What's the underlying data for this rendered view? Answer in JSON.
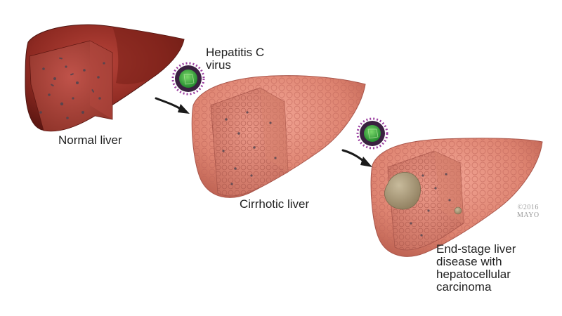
{
  "labels": {
    "virus": [
      "Hepatitis C",
      "virus"
    ],
    "normal": "Normal liver",
    "cirrhotic": "Cirrhotic liver",
    "endstage": [
      "End-stage liver",
      "disease with",
      "hepatocellular",
      "carcinoma"
    ]
  },
  "copyright": [
    "©2016",
    "MAYO"
  ],
  "colors": {
    "normal_liver": "#8e2a22",
    "cirrhotic_liver": "#e08a78",
    "virus_core": "#3fb24a",
    "virus_shell": "#3a2140",
    "virus_spikes": "#9b3fa0",
    "tumor": "#a89878",
    "arrow": "#1a1a1a"
  }
}
